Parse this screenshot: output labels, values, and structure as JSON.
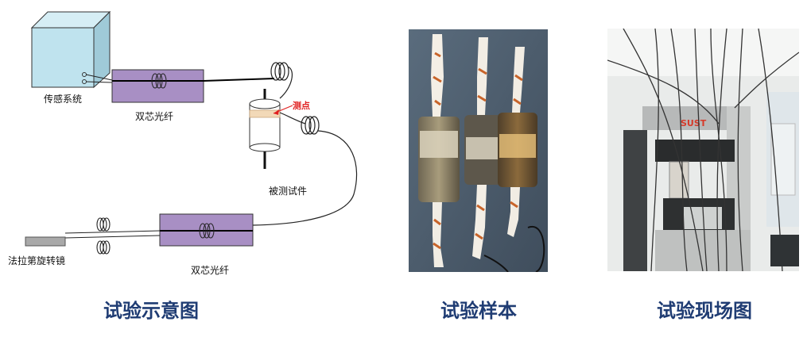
{
  "diagram": {
    "sensing_system_label": "传感系统",
    "dual_core_fiber_label_top": "双芯光纤",
    "measure_point_label": "测点",
    "specimen_label": "被测试件",
    "faraday_mirror_label": "法拉第旋转镜",
    "dual_core_fiber_label_bottom": "双芯光纤"
  },
  "captions": {
    "schematic": "试验示意图",
    "samples": "试验样本",
    "site": "试验现场图"
  },
  "colors": {
    "caption": "#1f3c73",
    "sensor_box": "#bfe3ee",
    "fiber_box": "#a88fc4",
    "measure_point": "#e02020",
    "mirror": "#a9a9a9"
  },
  "photos": {
    "samples_icon": "sample-specimens-photo",
    "site_icon": "test-machine-photo"
  }
}
